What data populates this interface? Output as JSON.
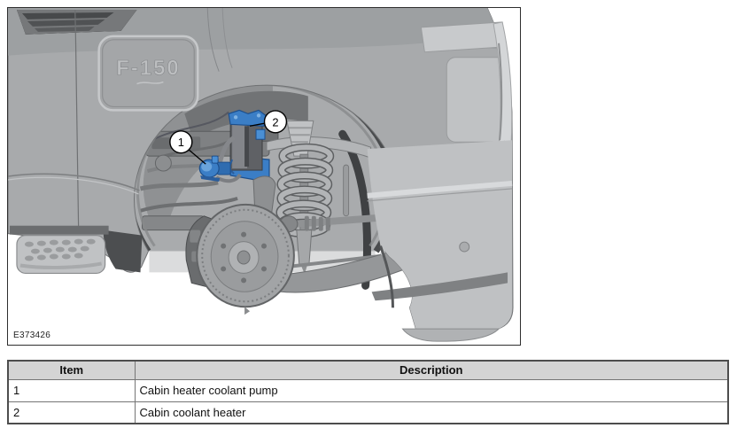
{
  "figure": {
    "code": "E373426",
    "badge": "F-150",
    "highlight_color": "#3b7ec6",
    "callouts": [
      {
        "num": "1"
      },
      {
        "num": "2"
      }
    ]
  },
  "table": {
    "header": {
      "item": "Item",
      "description": "Description"
    },
    "rows": [
      {
        "item": "1",
        "description": "Cabin heater coolant pump"
      },
      {
        "item": "2",
        "description": "Cabin coolant heater"
      }
    ]
  }
}
